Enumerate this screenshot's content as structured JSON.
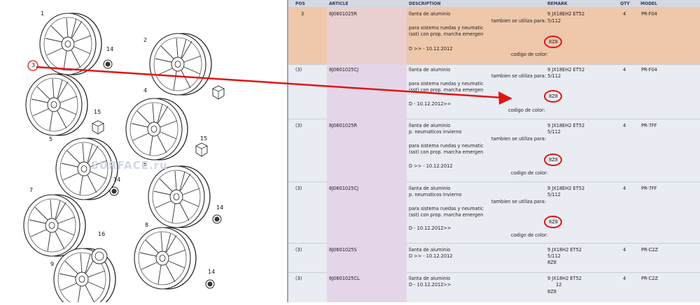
{
  "diagram": {
    "callouts": [
      "1",
      "2",
      "14",
      "3",
      "4",
      "15",
      "5",
      "15",
      "6",
      "14",
      "7",
      "14",
      "16",
      "8",
      "9",
      "14"
    ],
    "watermark": "SURFACE.ru"
  },
  "table": {
    "headers": {
      "pos": "POS",
      "article": "ARTICLE",
      "description": "DESCRIPTION",
      "remark": "REMARK",
      "qty": "QTY",
      "model": "MODEL"
    },
    "rows": [
      {
        "pos": "3",
        "article": "8J0601025R",
        "d1": "llanta de aluminio",
        "d2": "",
        "d3": "para sistema ruedas y neumatic",
        "d4": "(sst) con prop. marcha emergen",
        "d5": "D          >> - 10.12.2012",
        "r1": "9 JX18EH2 ET52",
        "r2": "tambien se utiliza para: 5/112",
        "r3": "8Z8",
        "r4": "codigo de color:",
        "qty": "4",
        "model": "PR-F04"
      },
      {
        "pos": "(3)",
        "article": "8J0601025CJ",
        "d1": "llanta de aluminio",
        "d2": "para sistema ruedas y neumatic",
        "d3": "(sst) con prop. marcha emergen",
        "d4": "",
        "d5": "D - 10.12.2012>>",
        "r1": "9 JX18EH2 ET52",
        "r2": "tambien se utiliza para: 5/112",
        "r3": "8Z8",
        "r4": "codigo de color:",
        "qty": "4",
        "model": "PR-F04"
      },
      {
        "pos": "(3)",
        "article": "8J0601025R",
        "d1": "llanta de aluminio",
        "d2": "p. neumaticos invierno",
        "d3": "para sistema ruedas y neumatic",
        "d4": "(sst) con prop. marcha emergen",
        "d5": "D          >> - 10.12.2012",
        "r1": "9 JX18EH2 ET52",
        "r2": "5/112",
        "r2b": "tambien se utiliza para:",
        "r3": "8Z8",
        "r4": "codigo de color:",
        "qty": "4",
        "model": "PR-7FF"
      },
      {
        "pos": "(3)",
        "article": "8J0601025CJ",
        "d1": "llanta de aluminio",
        "d2": "p. neumaticos invierno",
        "d3": "para sistema ruedas y neumatic",
        "d4": "(sst) con prop. marcha emergen",
        "d5": "D - 10.12.2012>>",
        "r1": "9 JX18EH2 ET52",
        "r2": "5/112",
        "r2b": "tambien se utiliza para:",
        "r3": "8Z8",
        "r4": "codigo de color:",
        "qty": "4",
        "model": "PR-7FF"
      },
      {
        "pos": "(3)",
        "article": "8J0601025S",
        "d1": "llanta de aluminio",
        "d5": "D          >> - 10.12.2012",
        "r1": "9  JX18H2 ET52",
        "r2": "5/112",
        "r3": "8Z8",
        "qty": "4",
        "model": "PR-C2Z"
      },
      {
        "pos": "(3)",
        "article": "8J0601025CL",
        "d1": "llanta de aluminio",
        "d5": "D - 10.12.2012>>",
        "r1": "9 JX18H2 ET52",
        "r2": "12",
        "r3": "8Z8",
        "qty": "4",
        "model": "PR-C2Z"
      }
    ]
  },
  "colors": {
    "highlight": "#efc7ab",
    "annotation": "#e01515"
  }
}
